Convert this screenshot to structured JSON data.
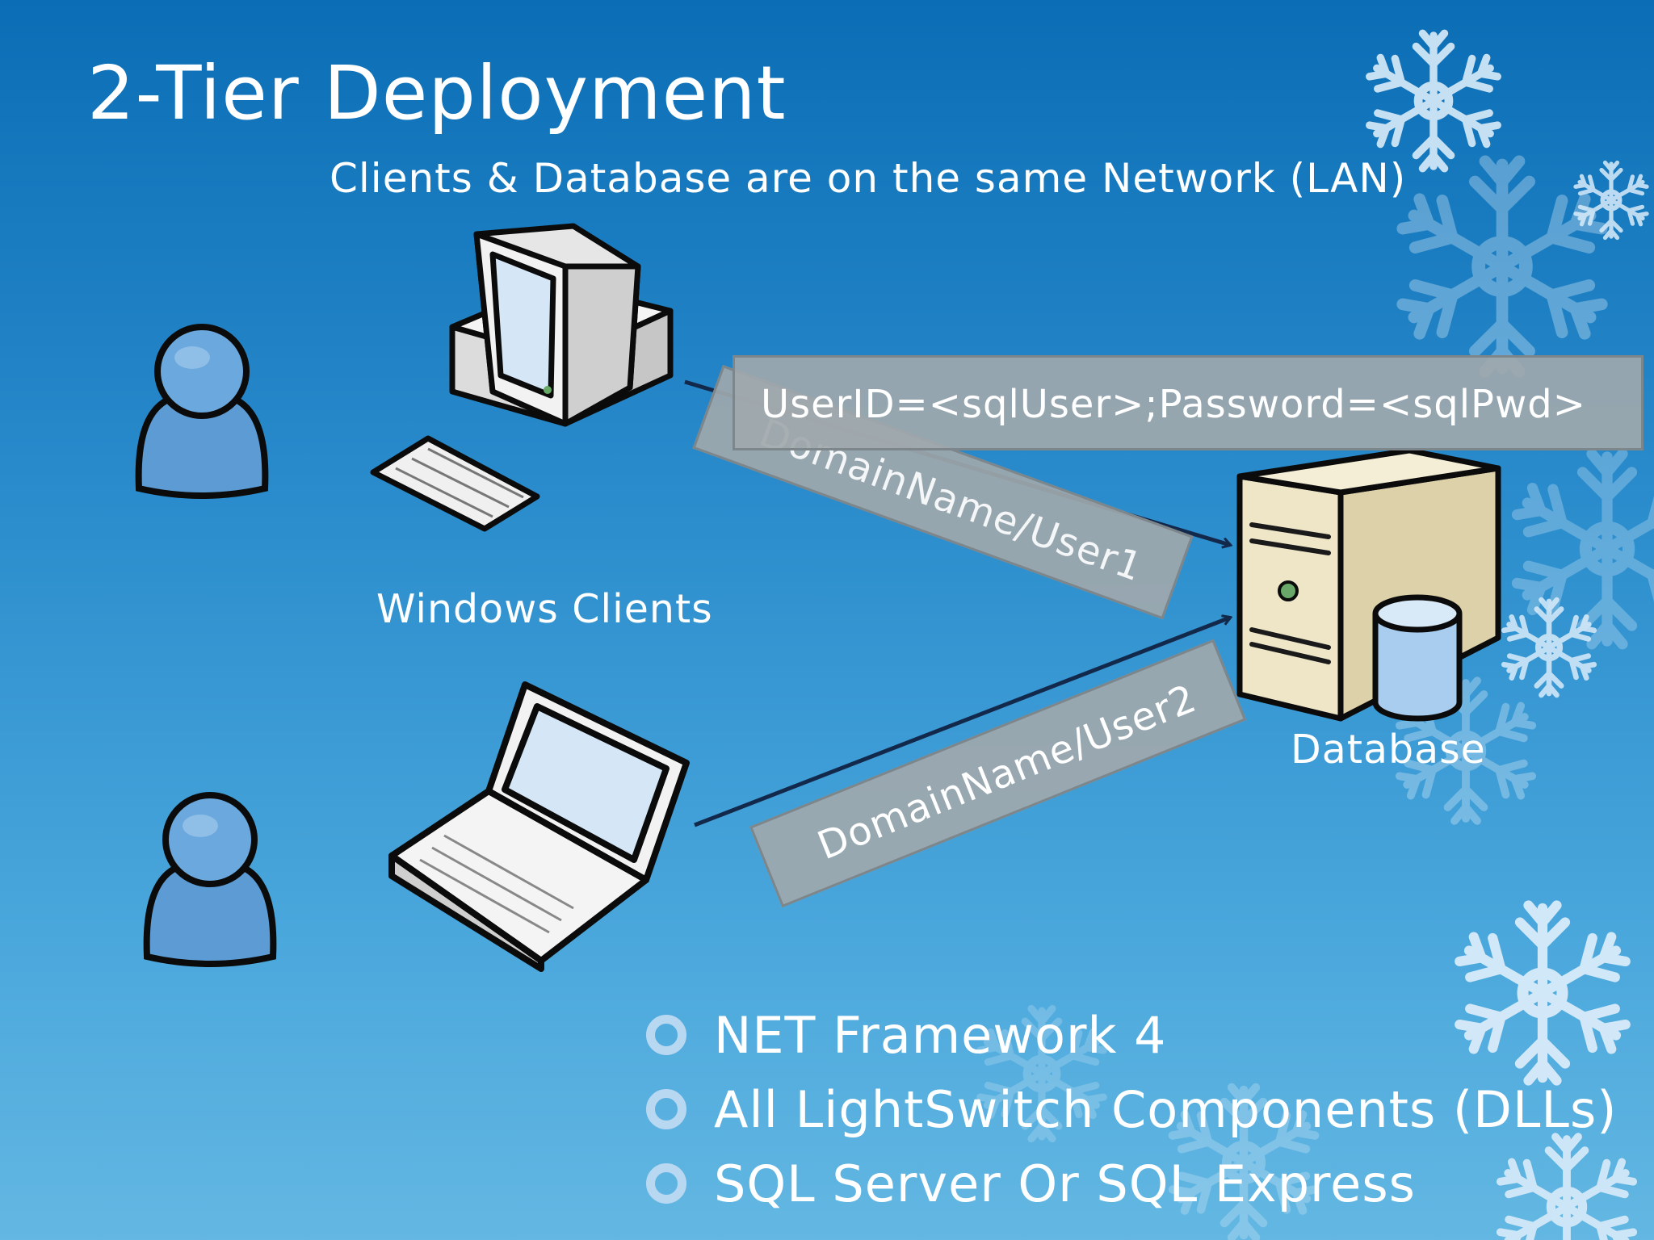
{
  "slide": {
    "title": "2-Tier Deployment",
    "subtitle": "Clients & Database are on the same Network (LAN)"
  },
  "diagram": {
    "clients_label": "Windows Clients",
    "database_label": "Database",
    "connections": {
      "user1_label": "DomainName/User1",
      "connection_string": "UserID=<sqlUser>;Password=<sqlPwd>",
      "user2_label": "DomainName/User2"
    }
  },
  "bullets": [
    "NET Framework 4",
    "All LightSwitch Components (DLLs)",
    "SQL Server Or SQL Express"
  ],
  "colors": {
    "background_top": "#0b6db5",
    "background_bottom": "#63b7e2",
    "user_icon": "#5c9bd4",
    "connector_line": "#13294b",
    "label_box": "#a0a8ac",
    "bullet_ring": "#b8d8f2"
  },
  "icons": [
    "snowflake-icon",
    "user-icon",
    "desktop-computer-icon",
    "laptop-icon",
    "database-server-icon"
  ]
}
